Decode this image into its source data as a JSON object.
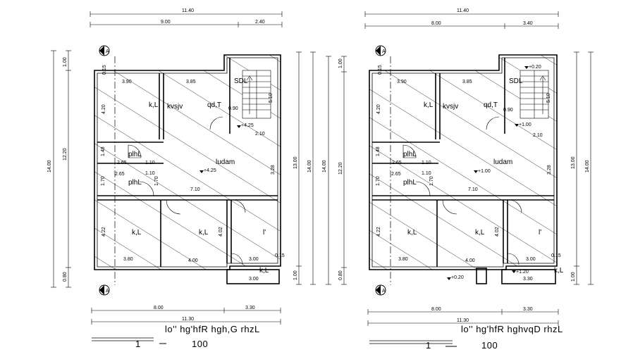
{
  "plans": [
    {
      "id": "plan-left",
      "dim_top_total": "11.40",
      "dim_top_a": "9.00",
      "dim_top_b": "2.40",
      "dim_bottom_a": "8.00",
      "dim_bottom_b": "3.30",
      "dim_bottom_total": "11.30",
      "dim_left_total": "14.00",
      "dim_left_main": "12.20",
      "dim_left_top": "1.00",
      "dim_left_bottom": "0.80",
      "dim_right_main": "13.00",
      "dim_right_total": "14.00",
      "dim_right_bottom": "1.00",
      "section_mark": "A",
      "caption": "lo'' hg'hfR hgh,G rhzL",
      "scale_num": "1",
      "scale_den": "100",
      "rooms": [
        "k,L",
        "kvsjv",
        "qd,T",
        "SDL",
        "plhL",
        "plhL",
        "ludam",
        "k,L",
        "k,L",
        "l'",
        "k,L"
      ],
      "room_dims": [
        "3.90",
        "3.85",
        "4.20",
        "2.65",
        "2.65",
        "1.10",
        "1.10",
        "1.48",
        "1.70",
        "1.70",
        "7.10",
        "3.28",
        "4.22",
        "4.02",
        "3.80",
        "4.00",
        "3.00",
        "3.00",
        "0.15",
        "0.15",
        "0.90",
        "2.10",
        "5.10"
      ],
      "level_marks": [
        "+4.25",
        "+4.25"
      ]
    },
    {
      "id": "plan-right",
      "dim_top_total": "11.40",
      "dim_top_a": "8.00",
      "dim_top_b": "3.40",
      "dim_bottom_a": "8.00",
      "dim_bottom_b": "3.30",
      "dim_bottom_total": "11.30",
      "dim_left_total": "14.00",
      "dim_left_main": "12.20",
      "dim_left_top": "1.00",
      "dim_left_bottom": "0.80",
      "dim_right_main": "13.00",
      "dim_right_total": "14.00",
      "dim_right_bottom": "1.00",
      "section_mark": "A",
      "caption": "lo'' hg'hfR hghvqD rhzL",
      "scale_num": "1",
      "scale_den": "100",
      "rooms": [
        "k,L",
        "kvsjv",
        "qd,T",
        "SDL",
        "plhL",
        "plhL",
        "ludam",
        "k,L",
        "k,L",
        "l'",
        "k,L"
      ],
      "room_dims": [
        "3.90",
        "3.85",
        "4.20",
        "2.65",
        "2.65",
        "1.10",
        "1.10",
        "1.48",
        "1.70",
        "1.70",
        "7.10",
        "3.28",
        "4.22",
        "4.02",
        "3.80",
        "4.00",
        "3.00",
        "3.30",
        "0.15",
        "0.15",
        "0.90",
        "2.10",
        "5.10"
      ],
      "level_marks": [
        "+0.20",
        "+1.00",
        "+1.00",
        "+0.20",
        "+1.20"
      ]
    }
  ]
}
